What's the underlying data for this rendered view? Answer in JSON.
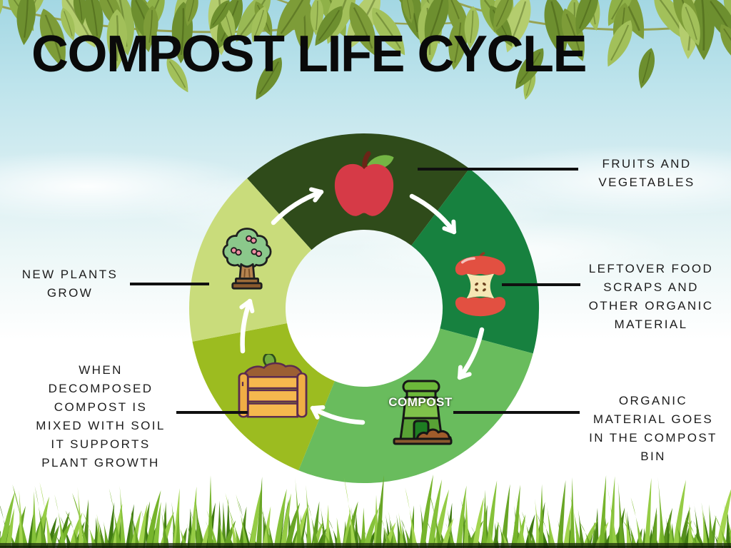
{
  "header": {
    "title": "COMPOST LIFE CYCLE"
  },
  "cycle": {
    "stages": [
      {
        "name": "fruits-and-vegetables",
        "label": "FRUITS AND\nVEGETABLES",
        "icon": "apple-icon",
        "segment_color": "#2f4b1a"
      },
      {
        "name": "leftover-food-scraps",
        "label": "LEFTOVER FOOD\nSCRAPS AND\nOTHER ORGANIC\nMATERIAL",
        "icon": "apple-core-icon",
        "segment_color": "#17813f"
      },
      {
        "name": "organic-material-in-bin",
        "label": "ORGANIC\nMATERIAL GOES\nIN THE COMPOST\nBIN",
        "icon": "compost-bin-icon",
        "segment_color": "#69bc5d",
        "bin_label": "COMPOST"
      },
      {
        "name": "compost-mixed-with-soil",
        "label": "WHEN\nDECOMPOSED\nCOMPOST IS\nMIXED WITH SOIL\nIT SUPPORTS\nPLANT GROWTH",
        "icon": "compost-box-icon",
        "segment_color": "#9cbc20"
      },
      {
        "name": "new-plants-grow",
        "label": "NEW PLANTS\nGROW",
        "icon": "tree-icon",
        "segment_color": "#c9dc7b"
      }
    ],
    "arrow_color": "#ffffff",
    "connector_color": "#101010",
    "bin_label_color": "#ffffff"
  }
}
